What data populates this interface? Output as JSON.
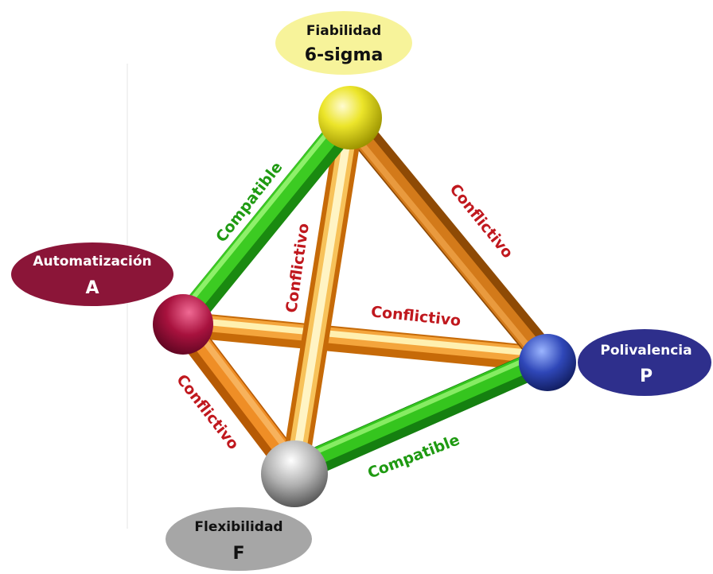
{
  "nodes": {
    "fiabilidad": {
      "title": "Fiabilidad",
      "code": "6-sigma",
      "fill": "#f7f39a",
      "text_color": "#111111",
      "sphere": "#e9e223"
    },
    "automatizacion": {
      "title": "Automatización",
      "code": "A",
      "fill": "#8b1538",
      "text_color": "#ffffff",
      "sphere": "#a8123e"
    },
    "polivalencia": {
      "title": "Polivalencia",
      "code": "P",
      "fill": "#2e2f8c",
      "text_color": "#ffffff",
      "sphere": "#2f47b8"
    },
    "flexibilidad": {
      "title": "Flexibilidad",
      "code": "F",
      "fill": "#a6a6a6",
      "text_color": "#111111",
      "sphere": "#a9a9a9"
    }
  },
  "edges": [
    {
      "from": "automatizacion",
      "to": "fiabilidad",
      "label": "Compatible",
      "kind": "compatible"
    },
    {
      "from": "fiabilidad",
      "to": "polivalencia",
      "label": "Conflictivo",
      "kind": "conflictivo"
    },
    {
      "from": "fiabilidad",
      "to": "flexibilidad",
      "label": "Conflictivo",
      "kind": "conflictivo"
    },
    {
      "from": "automatizacion",
      "to": "polivalencia",
      "label": "Conflictivo",
      "kind": "conflictivo"
    },
    {
      "from": "automatizacion",
      "to": "flexibilidad",
      "label": "Conflictivo",
      "kind": "conflictivo"
    },
    {
      "from": "flexibilidad",
      "to": "polivalencia",
      "label": "Compatible",
      "kind": "compatible"
    }
  ],
  "colors": {
    "compatible_rod": "#2fbf1f",
    "compatible_label": "#1f9a12",
    "conflictivo_rod": "#e07a12",
    "conflictivo_label": "#c0181e",
    "rod_highlight": "#fff2b3"
  }
}
